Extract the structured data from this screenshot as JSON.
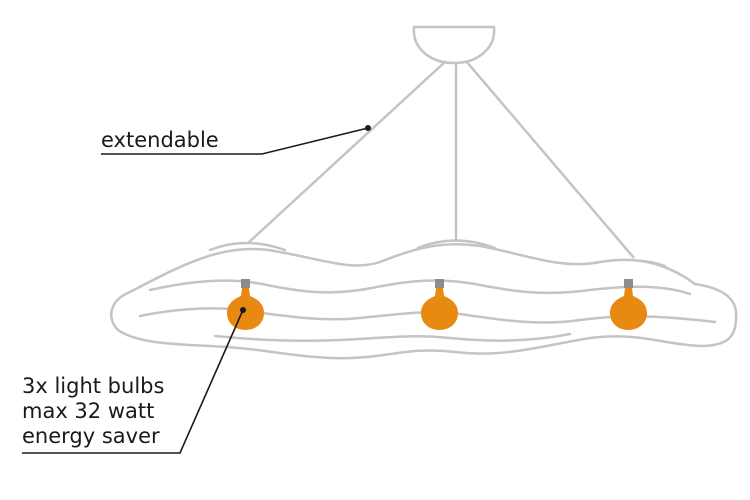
{
  "labels": {
    "extendable": "extendable",
    "bulbs_line1": "3x light bulbs",
    "bulbs_line2": "max 32 watt",
    "bulbs_line3": "energy saver"
  },
  "colors": {
    "outline": "#c4c4c4",
    "bulb": "#e88a12",
    "bulb_socket": "#8c8c8c",
    "leader_line": "#1a1a1a",
    "text": "#1a1a1a"
  },
  "icons": {
    "lamp": "pendant-lamp-icon",
    "bulb": "light-bulb-icon"
  }
}
